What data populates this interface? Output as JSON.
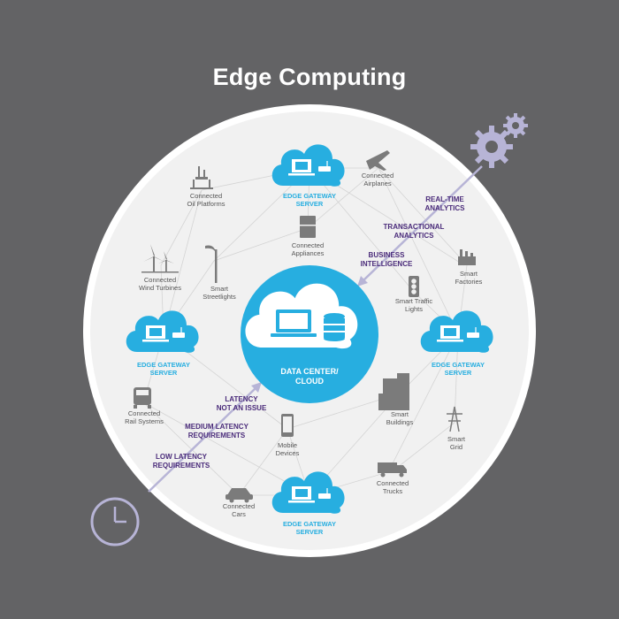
{
  "title": "Edge Computing",
  "center": {
    "label": "DATA CENTER/\nCLOUD"
  },
  "gateways": {
    "top": "EDGE GATEWAY\nSERVER",
    "left": "EDGE GATEWAY\nSERVER",
    "right": "EDGE GATEWAY\nSERVER",
    "bottom": "EDGE GATEWAY\nSERVER"
  },
  "devices": {
    "oil_platforms": "Connected\nOil Platforms",
    "airplanes": "Connected\nAirplanes",
    "appliances": "Connected\nAppliances",
    "wind_turbines": "Connected\nWind Turbines",
    "streetlights": "Smart\nStreetlights",
    "factories": "Smart\nFactories",
    "traffic_lights": "Smart Traffic\nLights",
    "rail": "Connected\nRail Systems",
    "mobile": "Mobile\nDevices",
    "buildings": "Smart\nBuildings",
    "grid": "Smart\nGrid",
    "trucks": "Connected\nTrucks",
    "cars": "Connected\nCars"
  },
  "captions": {
    "realtime": "REAL-TIME\nANALYTICS",
    "transactional": "TRANSACTIONAL\nANALYTICS",
    "bi": "BUSINESS\nINTELLIGENCE",
    "latency": "LATENCY\nNOT AN ISSUE",
    "medium": "MEDIUM LATENCY\nREQUIREMENTS",
    "low": "LOW LATENCY\nREQUIREMENTS"
  },
  "colors": {
    "background": "#636365",
    "circle": "#f1f1f1",
    "ring": "#ffffff",
    "cloud": "#27aee0",
    "caption": "#4a2b7a",
    "icon": "#7b7b7b",
    "accent": "#b7b4d6"
  },
  "icons": [
    "gears-icon",
    "clock-icon",
    "cloud-icon",
    "laptop-icon",
    "database-icon",
    "router-icon"
  ]
}
